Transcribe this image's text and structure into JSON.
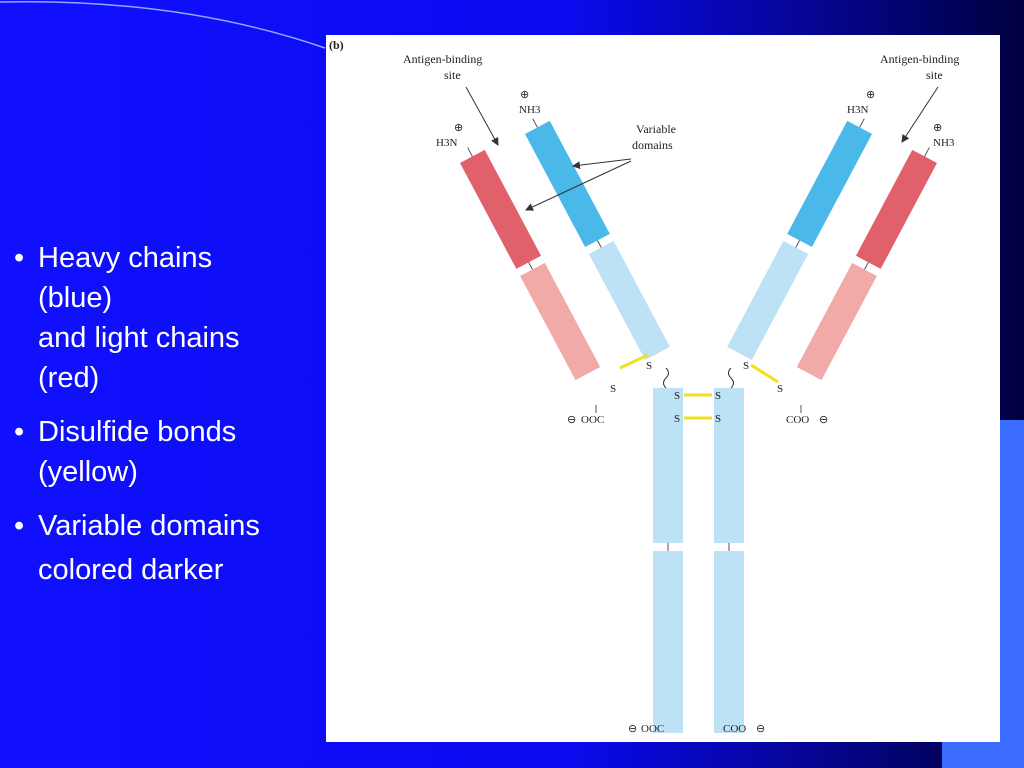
{
  "bullets": [
    {
      "lines": [
        "Heavy chains",
        "(blue)",
        "and light chains",
        "(red)"
      ]
    },
    {
      "lines": [
        "Disulfide bonds",
        "(yellow)"
      ]
    },
    {
      "lines": [
        "Variable domains",
        "colored darker"
      ]
    }
  ],
  "figure": {
    "panel_label": "(b)",
    "antigen_site_left": [
      "Antigen-binding",
      "site"
    ],
    "antigen_site_right": [
      "Antigen-binding",
      "site"
    ],
    "variable_domains": [
      "Variable",
      "domains"
    ],
    "h3n": "H3N",
    "nh3": "NH3",
    "ooc": "OOC",
    "coo": "COO",
    "s": "S",
    "plus": "⊕",
    "minus": "⊖"
  },
  "colors": {
    "heavy_variable": "#4ab8e8",
    "heavy_constant": "#bde2f5",
    "light_variable": "#e0606c",
    "light_constant": "#f2aaa8",
    "disulfide": "#f0e020"
  }
}
